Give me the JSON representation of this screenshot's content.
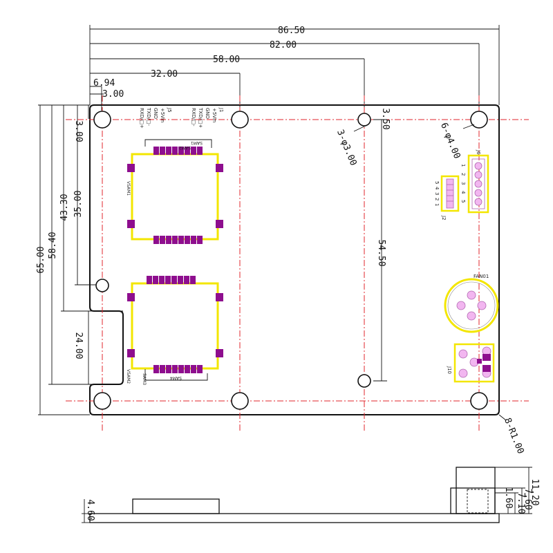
{
  "dimensions": {
    "top": [
      "86.50",
      "82.00",
      "58.00",
      "32.00",
      "6.94",
      "3.00"
    ],
    "left": [
      "65.00",
      "58.40",
      "43.30",
      "35.00",
      "24.00",
      "3.00"
    ],
    "right_top": "3.50",
    "hole_center_span": "54.50",
    "hole_small": "3-φ3.00",
    "hole_large": "6-φ4.00",
    "corner_radius": "8-R1.00",
    "side_heights": [
      "11.20",
      "7.60",
      "7.10",
      "1.60"
    ],
    "board_thickness": "4.60"
  },
  "labels": {
    "j5": "J5",
    "j5_pins": [
      "+5Vin",
      "GND",
      "TXD/□-",
      "RXD/□+"
    ],
    "j1": "J1",
    "j1_pins": [
      "+5Vin",
      "GND",
      "TXD/□+",
      "RXD/□-"
    ],
    "sam1": "SAM1",
    "sam2": "SAM2",
    "sam3": "SAM3",
    "sam4": "SAM4",
    "vsam1": "VSAM1",
    "vsam2": "VSAM2",
    "j6": "J6",
    "j6_pins": [
      "1",
      "2",
      "3",
      "4",
      "5"
    ],
    "j2": "J2",
    "j2_pins": [
      "5",
      "4",
      "3",
      "2",
      "1"
    ],
    "fan": "FAN01",
    "j10": "J10"
  }
}
